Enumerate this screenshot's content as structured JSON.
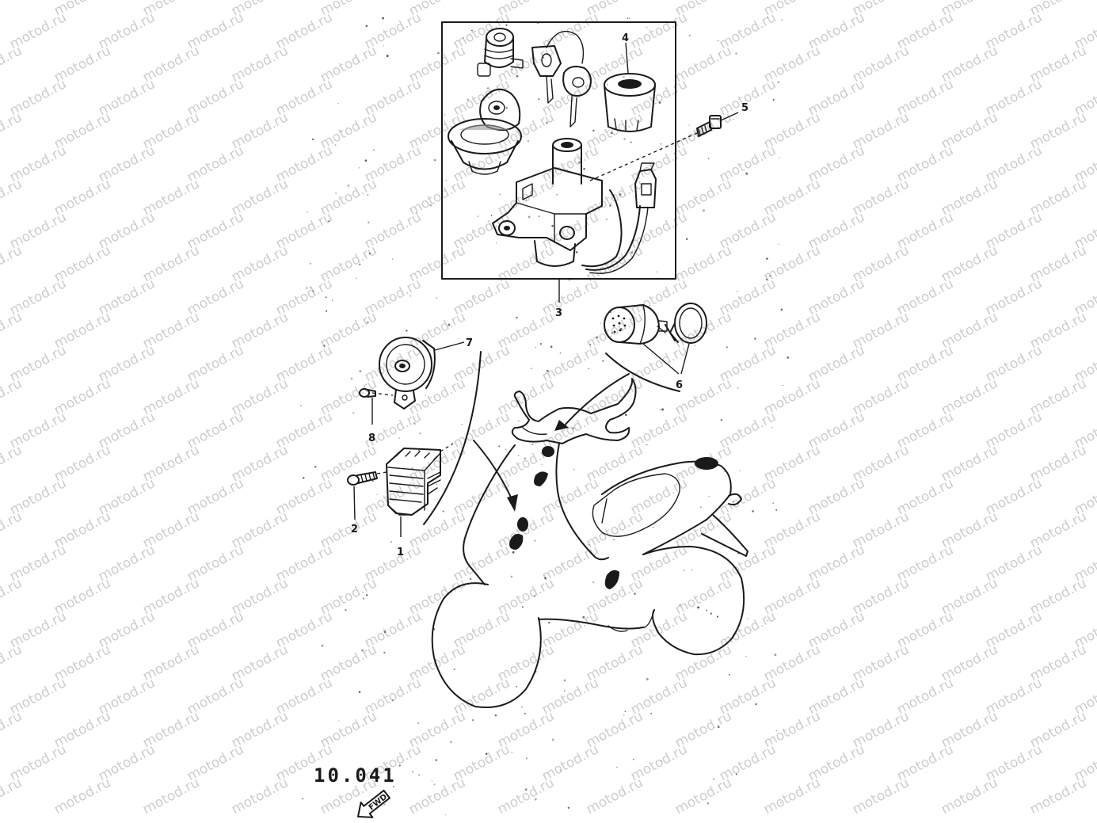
{
  "watermark": {
    "text": "motod.ru",
    "color": "#bdbdbd"
  },
  "figure_number": "10.041",
  "direction_arrow": {
    "label": "FWD"
  },
  "callouts": {
    "part_1": "1",
    "part_2": "2",
    "part_3": "3",
    "part_4": "4",
    "part_5": "5",
    "part_6": "6",
    "part_7": "7",
    "part_8": "8"
  },
  "colors": {
    "ink": "#1a1a1a",
    "background": "#ffffff"
  }
}
